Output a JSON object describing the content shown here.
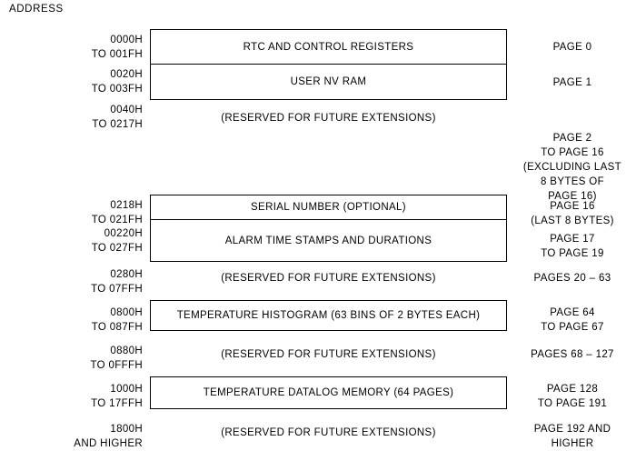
{
  "diagram": {
    "title": "ADDRESS",
    "rows": [
      {
        "name": "rtc-and-control-registers",
        "address": "0000H\nTO 001FH",
        "region": "RTC AND CONTROL REGISTERS",
        "pages": "PAGE 0",
        "boxed": true
      },
      {
        "name": "user-nv-ram",
        "address": "0020H\nTO 003FH",
        "region": "USER NV RAM",
        "pages": "PAGE 1",
        "boxed": true
      },
      {
        "name": "reserved-0040",
        "address": "0040H\nTO 0217H",
        "region": "(RESERVED FOR FUTURE EXTENSIONS)",
        "pages": "PAGE 2\nTO PAGE 16\n(EXCLUDING LAST\n8 BYTES OF\nPAGE 16)",
        "boxed": false
      },
      {
        "name": "serial-number",
        "address": "0218H\nTO 021FH",
        "region": "SERIAL NUMBER (OPTIONAL)",
        "pages": "PAGE 16\n(LAST 8 BYTES)",
        "boxed": true
      },
      {
        "name": "alarm-time-stamps-and-durations",
        "address": "00220H\nTO 027FH",
        "region": "ALARM TIME STAMPS AND DURATIONS",
        "pages": "PAGE 17\nTO PAGE 19",
        "boxed": true
      },
      {
        "name": "reserved-0280",
        "address": "0280H\nTO 07FFH",
        "region": "(RESERVED FOR FUTURE EXTENSIONS)",
        "pages": "PAGES 20 – 63",
        "boxed": false
      },
      {
        "name": "temperature-histogram",
        "address": "0800H\nTO 087FH",
        "region": "TEMPERATURE HISTOGRAM (63 BINS OF 2 BYTES EACH)",
        "pages": "PAGE 64\nTO PAGE 67",
        "boxed": true
      },
      {
        "name": "reserved-0880",
        "address": "0880H\nTO 0FFFH",
        "region": "(RESERVED FOR FUTURE EXTENSIONS)",
        "pages": "PAGES 68 – 127",
        "boxed": false
      },
      {
        "name": "temperature-datalog-memory",
        "address": "1000H\nTO 17FFH",
        "region": "TEMPERATURE DATALOG MEMORY (64 PAGES)",
        "pages": "PAGE 128\nTO PAGE 191",
        "boxed": true
      },
      {
        "name": "reserved-1800",
        "address": "1800H\nAND HIGHER",
        "region": "(RESERVED FOR FUTURE EXTENSIONS)",
        "pages": "PAGE 192 AND\nHIGHER",
        "boxed": false
      }
    ]
  },
  "style": {
    "background_color": "#ffffff",
    "line_color": "#000000",
    "text_color": "#000000"
  }
}
